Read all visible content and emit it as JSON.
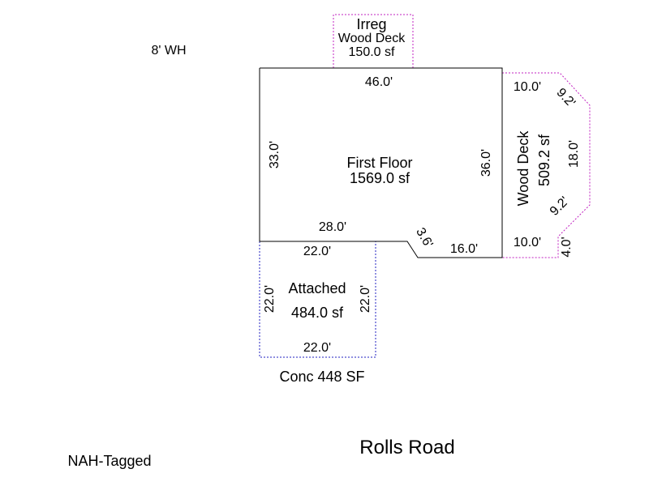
{
  "notes": {
    "wall_height": "8' WH",
    "tag": "NAH-Tagged",
    "road": "Rolls Road",
    "concrete": "Conc 448 SF"
  },
  "colors": {
    "main_outline": "#000000",
    "deck_outline": "#c020c0",
    "garage_outline": "#2020c0"
  },
  "areas": {
    "first_floor": {
      "name": "First Floor",
      "area": "1569.0 sf",
      "dims": {
        "top": "46.0'",
        "left": "33.0'",
        "right": "36.0'",
        "bottom_left": "28.0'",
        "bottom_left_lower": "22.0'",
        "diagonal": "3.6'",
        "bottom_right": "16.0'"
      }
    },
    "irreg_deck": {
      "name_line1": "Irreg",
      "name_line2": "Wood Deck",
      "area": "150.0 sf"
    },
    "wood_deck": {
      "name": "Wood Deck",
      "area": "509.2 sf",
      "dims": {
        "top": "10.0'",
        "upper_diag": "9.2'",
        "right": "18.0'",
        "lower_diag": "9.2'",
        "bottom": "10.0'",
        "bottom_right": "4.0'"
      }
    },
    "attached": {
      "name": "Attached",
      "area": "484.0 sf",
      "dims": {
        "left": "22.0'",
        "right": "22.0'",
        "bottom": "22.0'"
      }
    }
  }
}
